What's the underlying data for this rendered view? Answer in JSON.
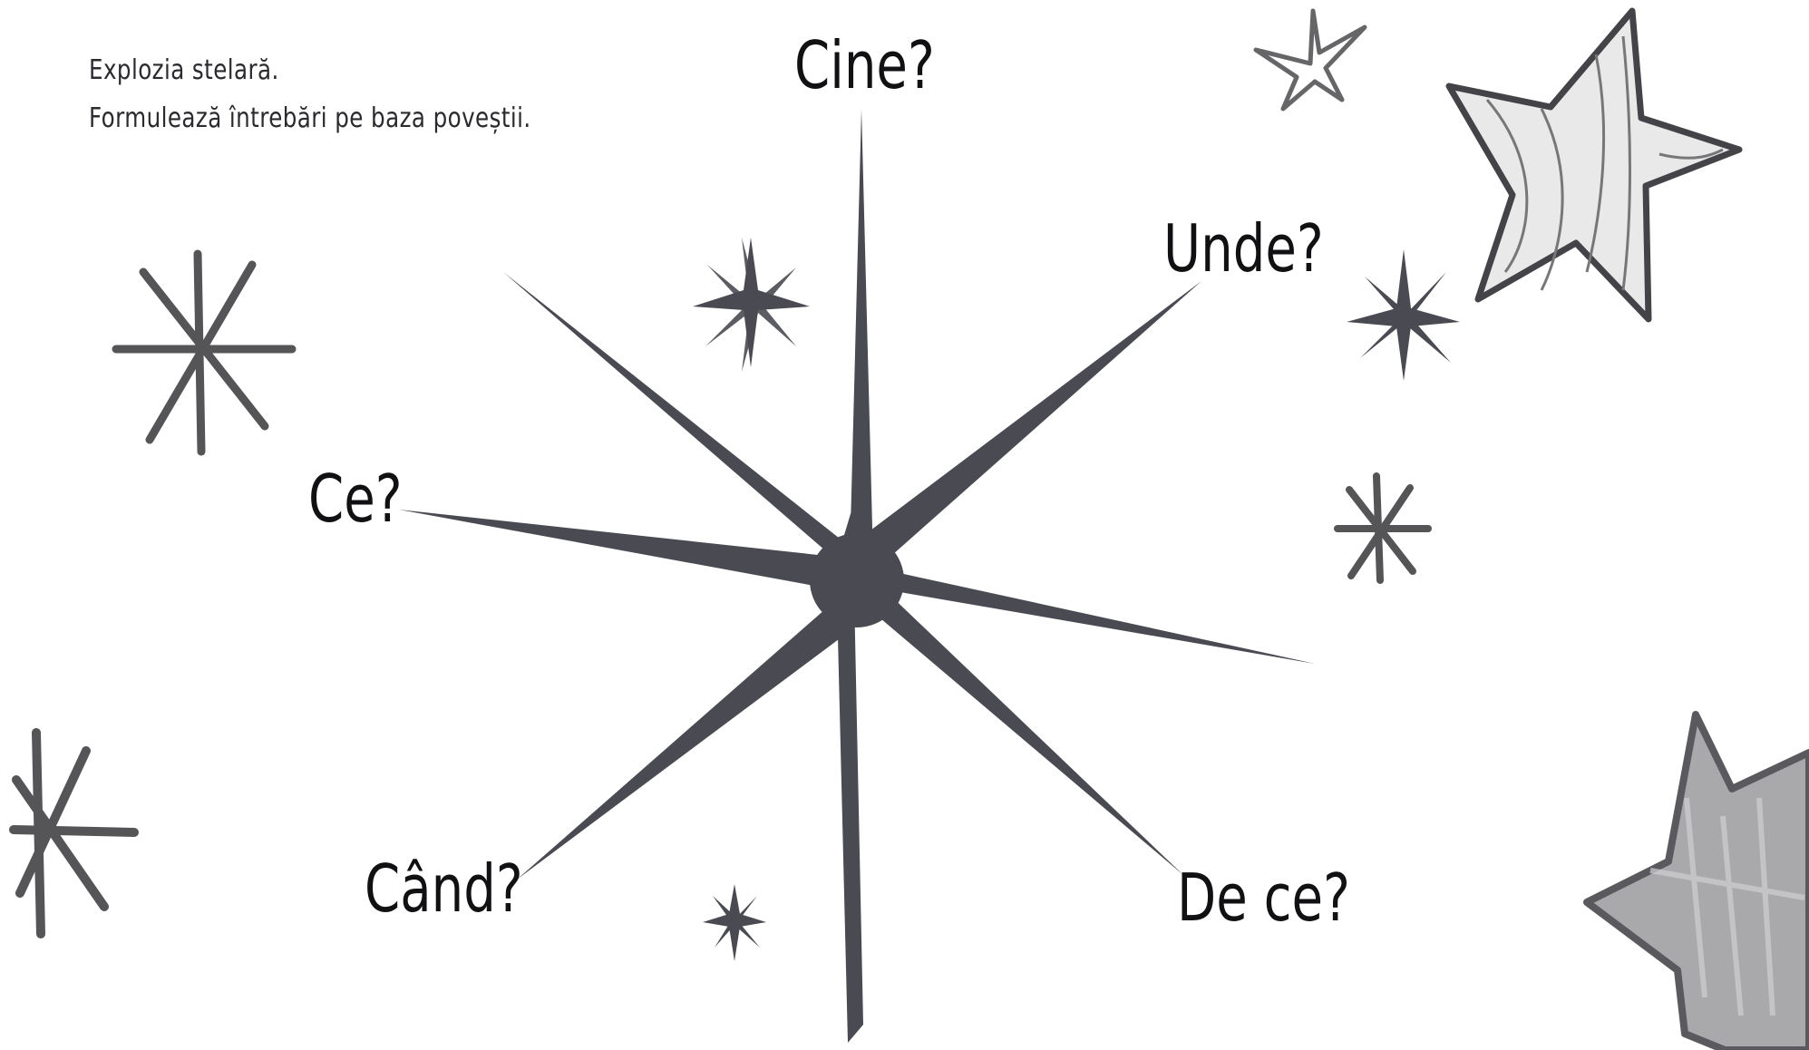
{
  "instructions": {
    "line1": "Explozia stelară.",
    "line2": "Formulează întrebări pe baza poveștii."
  },
  "questions": {
    "cine": "Cine?",
    "unde": "Unde?",
    "ce": "Ce?",
    "cand": "Când?",
    "de_ce": "De ce?"
  },
  "colors": {
    "star": "#4a4a52",
    "doodle": "#555558",
    "sketch": "#8a8a8e"
  },
  "icons": [
    "burst-star-icon",
    "asterisk-star-icon",
    "sketched-star-icon"
  ]
}
